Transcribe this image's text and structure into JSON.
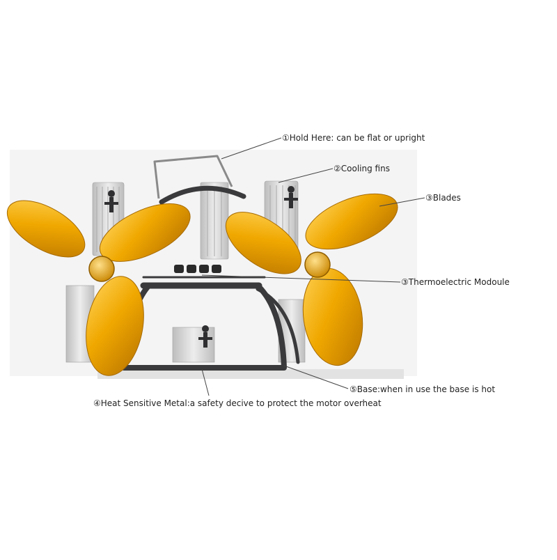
{
  "labels": {
    "hold": "①Hold Here: can be flat or upright",
    "fins": "②Cooling fins",
    "blades": "③Blades",
    "module": "③Thermoelectric Modoule",
    "base": "⑤Base:when in use the base is hot",
    "metal": "④Heat Sensitive Metal:a safety decive to protect the motor overheat"
  },
  "colors": {
    "blade": "#F0A800",
    "frame": "#3A3A3C",
    "fins": "#C9C9C9",
    "leader": "#444444",
    "background_panel": "#F4F4F4"
  }
}
